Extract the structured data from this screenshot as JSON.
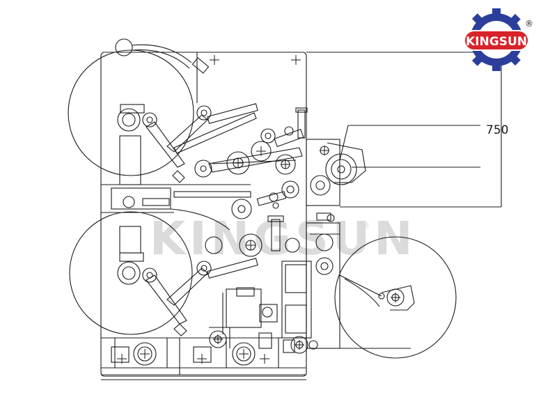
{
  "brand": {
    "name": "KINGSUN",
    "registered_mark": "®",
    "colors": {
      "ring": "#2b3f9a",
      "badge": "#d8232a",
      "text": "#ffffff"
    }
  },
  "watermark": {
    "text": "KINGSUN",
    "mark": "®",
    "color": "#9a9a9a"
  },
  "drawing": {
    "dimension_label": "750",
    "line_color": "#1a1a1a"
  }
}
